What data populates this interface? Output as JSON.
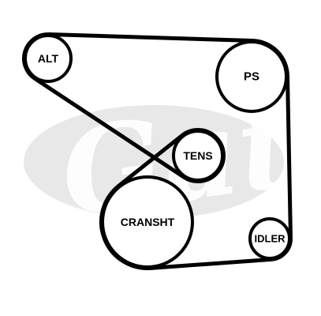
{
  "diagram": {
    "colors": {
      "belt": "#000000",
      "pulley_fill": "#ffffff",
      "label": "#000000",
      "watermark": "#e8e8e8"
    },
    "watermark_logo": {
      "text": "Gates"
    },
    "belt_route": [
      "alt",
      "ps",
      "idler",
      "cransht",
      "tens"
    ],
    "pulleys": {
      "alt": {
        "label": "ALT"
      },
      "ps": {
        "label": "PS"
      },
      "tens": {
        "label": "TENS"
      },
      "cransht": {
        "label": "CRANSHT"
      },
      "idler": {
        "label": "IDLER"
      }
    }
  }
}
